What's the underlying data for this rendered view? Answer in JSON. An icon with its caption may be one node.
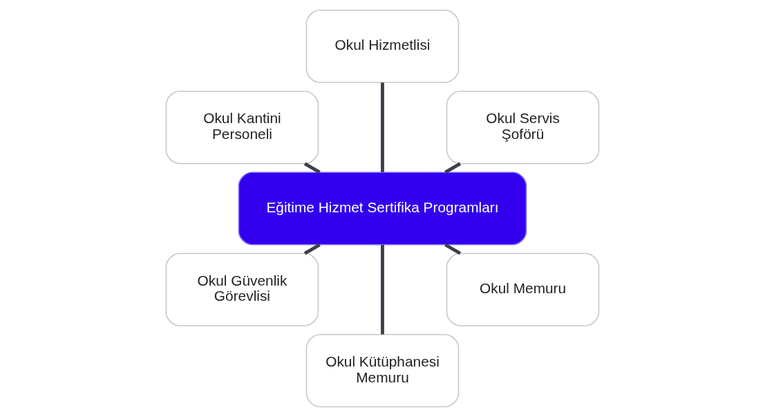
{
  "diagram": {
    "nodes": [
      {
        "text": [
          "Eğitime Hizmet Sertifika Programları"
        ]
      },
      {
        "text": [
          "Okul Servis Şoförü"
        ]
      },
      {
        "text": [
          "Okul Hizmetlisi"
        ]
      },
      {
        "text": [
          "Okul Kantini Personeli"
        ]
      },
      {
        "text": [
          "Okul Güvenlik Görevlisi"
        ]
      },
      {
        "text": [
          "Okul Kütüphanesi Memuru"
        ]
      },
      {
        "text": [
          "Okul Memuru"
        ]
      }
    ],
    "edges": [
      {
        "from": 0,
        "to": 1,
        "arrow": "none"
      },
      {
        "from": 0,
        "to": 2,
        "arrow": "none"
      },
      {
        "from": 0,
        "to": 3,
        "arrow": "none"
      },
      {
        "from": 0,
        "to": 4,
        "arrow": "none"
      },
      {
        "from": 0,
        "to": 5,
        "arrow": "none"
      },
      {
        "from": 0,
        "to": 6,
        "arrow": "none"
      }
    ]
  }
}
